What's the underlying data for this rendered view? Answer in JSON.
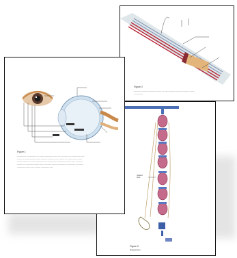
{
  "documents": [
    {
      "name": "eye-anatomy-page",
      "figure_label": "Figure 1",
      "caption_lines": [
        "________ ________ __ ____ _______ ____ __ ______ __ ________ ___",
        "____ __ _________ ____ _____ ______ ___ _____ __ ________ ____",
        "_____ ____ __ ___ ________ __ ____ ___ _______ _____ ___ ______",
        "_____ __ ______ _____ ___ __ ____ _____ ______ __ ______ __ ____",
        "_______ ____ ___ _____ _______ ___"
      ]
    },
    {
      "name": "muscle-fiber-page",
      "figure_label": "Figure 2",
      "caption_lines": [
        "____ __ _____ _______ ____ __ ____ _____ _____ ______ ____",
        "________"
      ]
    },
    {
      "name": "pulley-page",
      "figure_label": "Figure 3",
      "caption_lines": [
        "Suspension"
      ],
      "annotations": [
        "Upward",
        "force"
      ]
    }
  ],
  "colors": {
    "border": "#111111",
    "muscle_red": "#b62a3a",
    "muscle_blue": "#9aa9c6",
    "eye_orange": "#c8894a",
    "pulley_pink": "#c46a8a",
    "pulley_blue": "#4a6fb5"
  }
}
